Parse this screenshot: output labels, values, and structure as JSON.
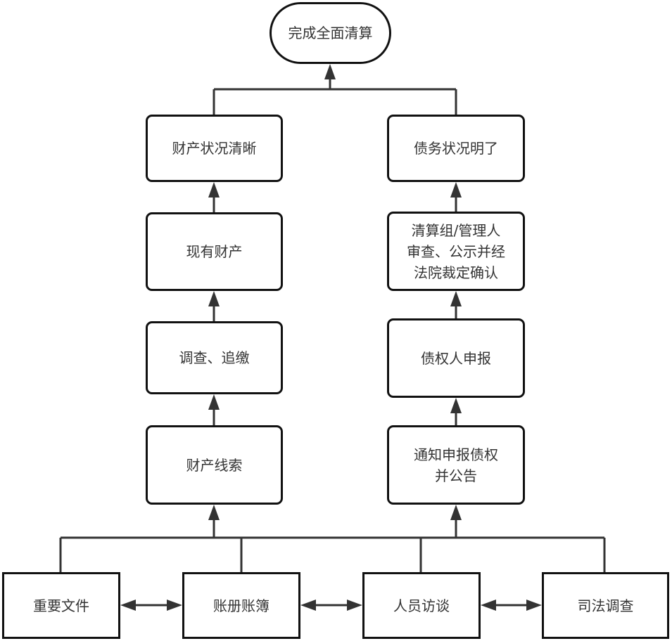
{
  "diagram": {
    "line_color": "#333333",
    "border_color": "#111111",
    "text_color": "#333333",
    "goal": {
      "id": "goal",
      "label": "完成全面清算"
    },
    "property_column": [
      {
        "id": "p1",
        "label": "财产状况清晰"
      },
      {
        "id": "p2",
        "label": "现有财产"
      },
      {
        "id": "p3",
        "label": "调查、追缴"
      },
      {
        "id": "p4",
        "label": "财产线索"
      }
    ],
    "debt_column": [
      {
        "id": "d1",
        "label": "债务状况明了"
      },
      {
        "id": "d2",
        "label": "清算组/管理人\n审查、公示并经\n法院裁定确认"
      },
      {
        "id": "d3",
        "label": "债权人申报"
      },
      {
        "id": "d4",
        "label": "通知申报债权\n并公告"
      }
    ],
    "sources": [
      {
        "id": "s1",
        "label": "重要文件"
      },
      {
        "id": "s2",
        "label": "账册账簿"
      },
      {
        "id": "s3",
        "label": "人员访谈"
      },
      {
        "id": "s4",
        "label": "司法调查"
      }
    ],
    "edges": [
      {
        "from": "p1",
        "to": "goal",
        "type": "branch-arrow"
      },
      {
        "from": "d1",
        "to": "goal",
        "type": "branch-arrow"
      },
      {
        "from": "p2",
        "to": "p1",
        "type": "arrow"
      },
      {
        "from": "p3",
        "to": "p2",
        "type": "arrow"
      },
      {
        "from": "p4",
        "to": "p3",
        "type": "arrow"
      },
      {
        "from": "d2",
        "to": "d1",
        "type": "arrow"
      },
      {
        "from": "d3",
        "to": "d2",
        "type": "arrow"
      },
      {
        "from": "d4",
        "to": "d3",
        "type": "arrow"
      },
      {
        "from": "sources",
        "to": "p4",
        "type": "bus-arrow"
      },
      {
        "from": "sources",
        "to": "d4",
        "type": "bus-arrow"
      },
      {
        "from": "s1",
        "to": "s2",
        "type": "bidirectional"
      },
      {
        "from": "s2",
        "to": "s3",
        "type": "bidirectional"
      },
      {
        "from": "s3",
        "to": "s4",
        "type": "bidirectional"
      }
    ]
  }
}
